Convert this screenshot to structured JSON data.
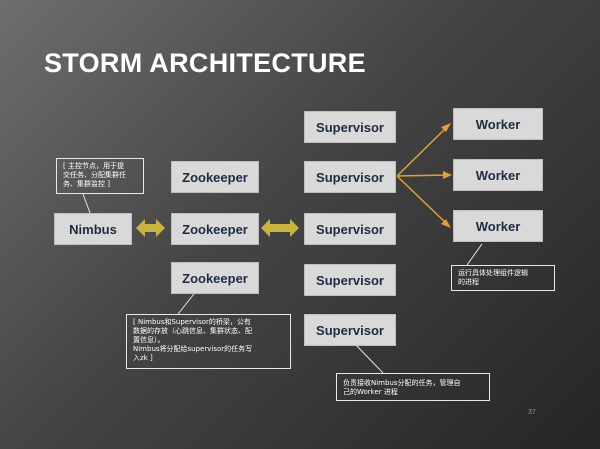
{
  "title": "STORM ARCHITECTURE",
  "nimbus": {
    "label": "Nimbus"
  },
  "zookeepers": [
    "Zookeeper",
    "Zookeeper",
    "Zookeeper"
  ],
  "supervisors": [
    "Supervisor",
    "Supervisor",
    "Supervisor",
    "Supervisor",
    "Supervisor"
  ],
  "workers": [
    "Worker",
    "Worker",
    "Worker"
  ],
  "notes": {
    "nimbus_lines": [
      "[ 主控节点，用于提",
      "交任务、分配集群任",
      "务、集群监控 ]"
    ],
    "zookeeper_lines": [
      "[ Nimbus和Supervisor的桥梁，公有",
      "数据的存放（心跳信息、集群状态、配",
      "置信息）。",
      "Nimbus将分配给supervisor的任务写",
      "入zk ]"
    ],
    "worker_lines": [
      "运行具体处理组件逻辑",
      "的进程"
    ],
    "supervisor_lines": [
      "负责接收Nimbus分配的任务，管理自",
      "己的Worker 进程"
    ]
  },
  "page_number": "37",
  "colors": {
    "box_fill": "#d9d9d9",
    "box_text": "#1f2a44",
    "double_arrow": "#c8b240",
    "connector": "#e0a13a",
    "note_border": "#e8e8e8"
  }
}
